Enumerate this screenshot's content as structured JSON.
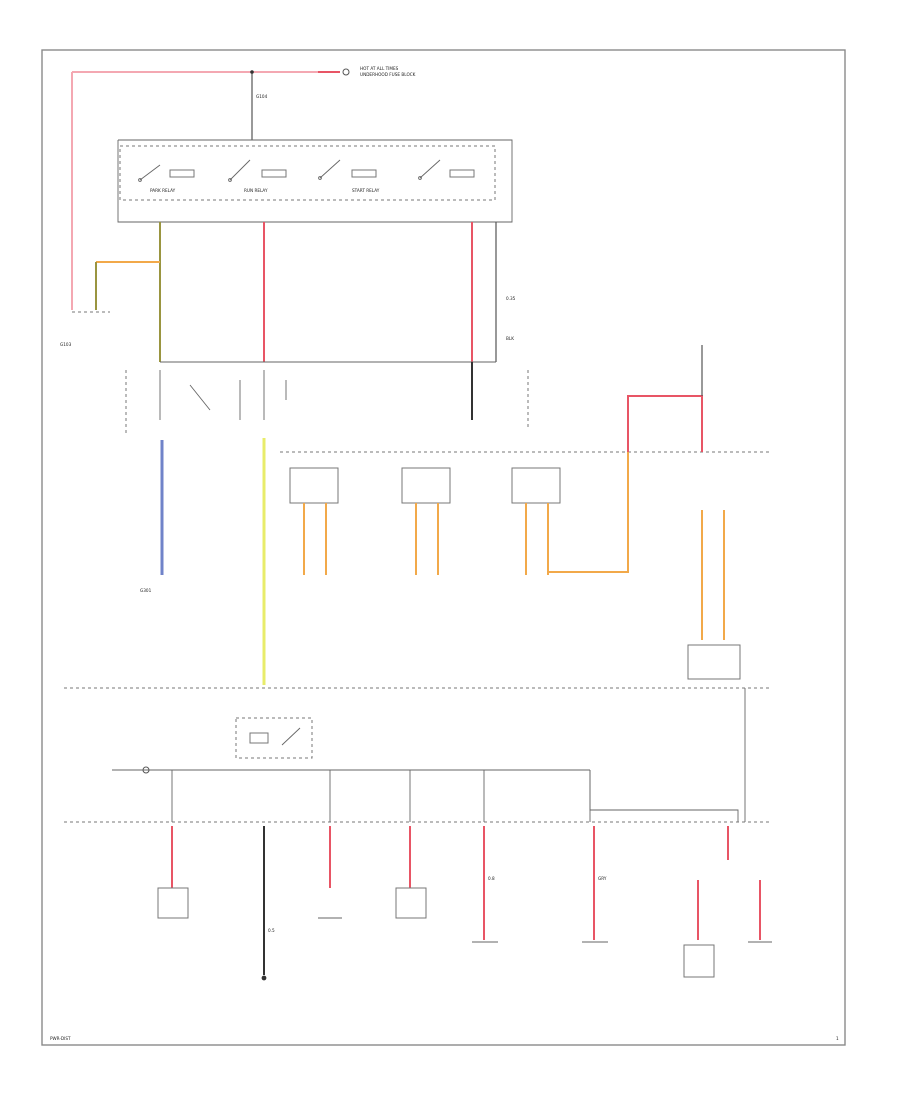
{
  "colors": {
    "red_wire": "#e85565",
    "pink_wire": "#f4a8b2",
    "black_wire": "#333333",
    "blue_wire": "#7083c9",
    "yellow_wire": "#e8ec6a",
    "orange_wire": "#f2a94a",
    "olive_wire": "#9a9540"
  },
  "labels": {
    "hot_at_all_times": "HOT AT ALL TIMES",
    "underhood_fuse_block": "UNDERHOOD FUSE BLOCK",
    "gnd_top": "G104",
    "wire_gauge_a": "0.35",
    "wire_gauge_b": "0.5",
    "wire_gauge_c": "0.8",
    "gray_wire_id": "GRY",
    "blk_wire_id": "BLK",
    "ground_left": "G103",
    "ground_mid": "G301",
    "park_relay": "PARK RELAY",
    "run_relay": "RUN RELAY",
    "start_relay": "START RELAY",
    "sheet_code": "PWR-DIST",
    "page_no": "1"
  }
}
